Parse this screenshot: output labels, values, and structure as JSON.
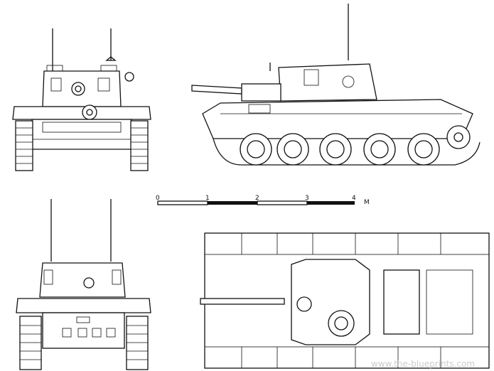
{
  "title": "Cromwell tank blueprint",
  "views": [
    "front-view",
    "side-view",
    "rear-view",
    "top-view"
  ],
  "scale_bar": {
    "ticks": [
      "0",
      "1",
      "2",
      "3",
      "4"
    ],
    "unit": "M"
  },
  "watermark": "www.the-blueprints.com"
}
